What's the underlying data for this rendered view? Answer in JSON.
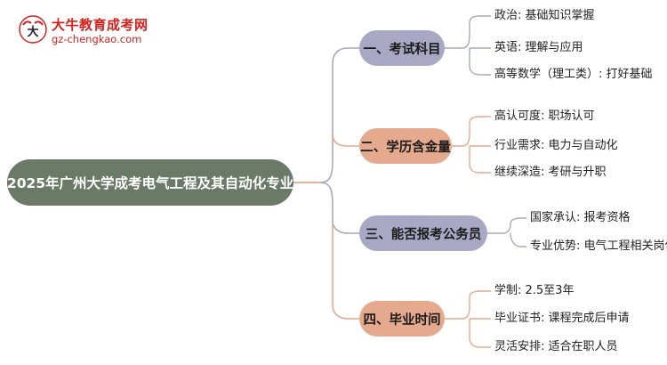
{
  "brand": {
    "title": "大牛教育成考网",
    "url": "gz-chengkao.com",
    "logo_icon": "bull-logo-icon",
    "color": "#d9201c"
  },
  "root": {
    "label": "2025年广州大学成考电气工程及其自动化专业",
    "color": "#6a7a67"
  },
  "branches": [
    {
      "label": "一、考试科目",
      "color": "#a9a8c4",
      "items": [
        "政治: 基础知识掌握",
        "英语: 理解与应用",
        "高等数学（理工类）: 打好基础"
      ]
    },
    {
      "label": "二、学历含金量",
      "color": "#e5a98d",
      "items": [
        "高认可度: 职场认可",
        "行业需求: 电力与自动化",
        "继续深造: 考研与升职"
      ]
    },
    {
      "label": "三、能否报考公务员",
      "color": "#a9a8c4",
      "items": [
        "国家承认: 报考资格",
        "专业优势: 电气工程相关岗位"
      ]
    },
    {
      "label": "四、毕业时间",
      "color": "#e5a98d",
      "items": [
        "学制: 2.5至3年",
        "毕业证书: 课程完成后申请",
        "灵活安排: 适合在职人员"
      ]
    }
  ],
  "connector_colors": {
    "purple": "#a9a8c4",
    "orange": "#e5a98d",
    "root": "#d99a80"
  }
}
